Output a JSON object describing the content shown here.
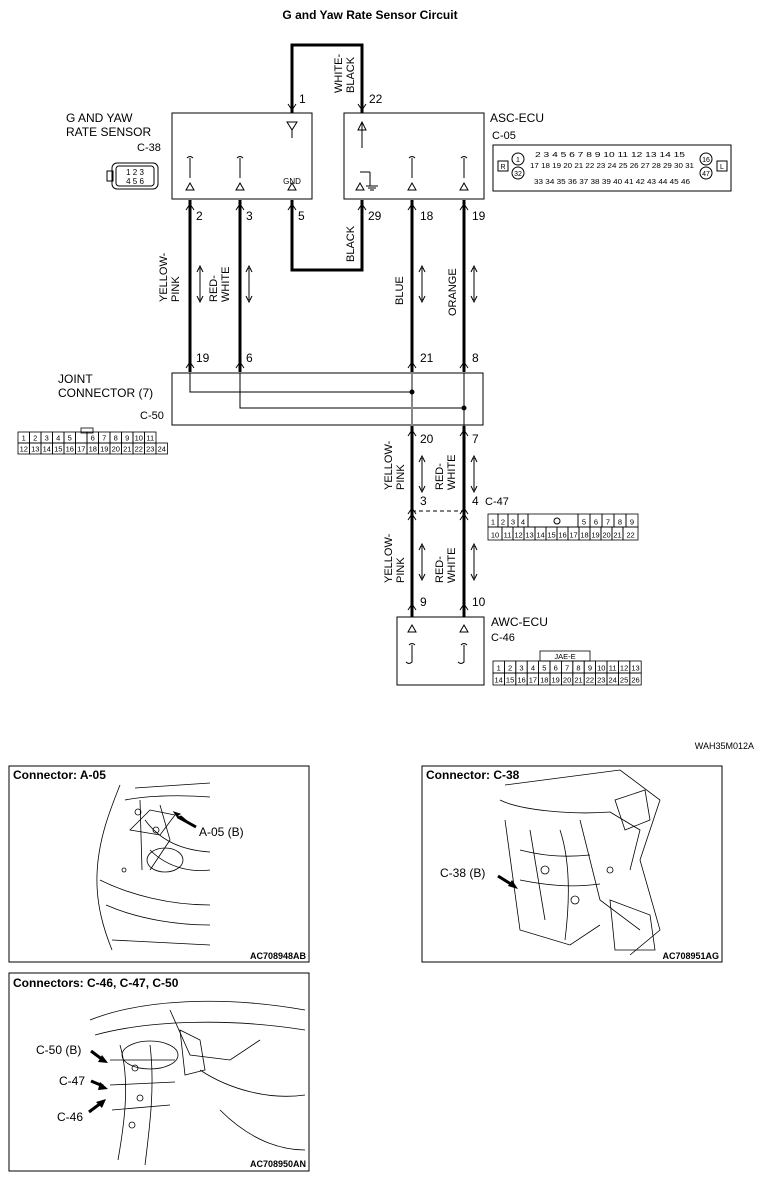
{
  "title": "G and Yaw Rate Sensor Circuit",
  "sensor": {
    "name_line1": "G AND YAW",
    "name_line2": "RATE SENSOR",
    "connector": "C-38",
    "pins": [
      "1",
      "2",
      "3",
      "5",
      "22"
    ],
    "gnd_label": "GND",
    "face_pins_top": "1 2 3",
    "face_pins_bottom": "4 5 6"
  },
  "asc_ecu": {
    "name": "ASC-ECU",
    "connector": "C-05",
    "pins": [
      "29",
      "18",
      "19"
    ],
    "face_row1": "2 3 4 5 6 7 8 9 10 11 12 13 14 15",
    "face_row2": "17 18 19 20 21 22 23 24 25 26 27 28 29 30 31",
    "face_row3": "33 34 35 36 37 38 39 40 41 42 43 44 45 46",
    "face_pin_1": "1",
    "face_pin_32": "32",
    "face_pin_16": "16",
    "face_pin_47": "47",
    "face_r": "R",
    "face_l": "L"
  },
  "joint": {
    "name_line1": "JOINT",
    "name_line2": "CONNECTOR (7)",
    "connector": "C-50",
    "pins_top": [
      "19",
      "6",
      "21",
      "8"
    ],
    "pins_bottom": [
      "20",
      "7"
    ],
    "face_row1": [
      "1",
      "2",
      "3",
      "4",
      "5",
      "",
      "6",
      "7",
      "8",
      "9",
      "10",
      "11"
    ],
    "face_row2": [
      "12",
      "13",
      "14",
      "15",
      "16",
      "17",
      "18",
      "19",
      "20",
      "21",
      "22",
      "23",
      "24"
    ]
  },
  "c47": {
    "connector": "C-47",
    "pin_3": "3",
    "pin_4": "4",
    "face_row1": [
      "1",
      "2",
      "3",
      "4",
      "",
      "5",
      "6",
      "7",
      "8",
      "9"
    ],
    "face_row2": [
      "10",
      "11",
      "12",
      "13",
      "14",
      "15",
      "16",
      "17",
      "18",
      "19",
      "20",
      "21",
      "22"
    ]
  },
  "awc_ecu": {
    "name": "AWC-ECU",
    "connector": "C-46",
    "pins": [
      "9",
      "10"
    ],
    "face_header": "JAE-E",
    "face_row1": [
      "1",
      "2",
      "3",
      "4",
      "5",
      "6",
      "7",
      "8",
      "9",
      "10",
      "11",
      "12",
      "13"
    ],
    "face_row2": [
      "14",
      "15",
      "16",
      "17",
      "18",
      "19",
      "20",
      "21",
      "22",
      "23",
      "24",
      "25",
      "26"
    ]
  },
  "wires": {
    "white_black": [
      "WHITE-",
      "BLACK"
    ],
    "black": "BLACK",
    "yellow_pink": [
      "YELLOW-",
      "PINK"
    ],
    "red_white": [
      "RED-",
      "WHITE"
    ],
    "blue": "BLUE",
    "orange": "ORANGE"
  },
  "figure_code": "WAH35M012A",
  "panels": {
    "a05": {
      "title": "Connector: A-05",
      "callout": "A-05 (B)",
      "code": "AC708948AB"
    },
    "c38": {
      "title": "Connector: C-38",
      "callout": "C-38 (B)",
      "code": "AC708951AG"
    },
    "c46": {
      "title": "Connectors: C-46, C-47, C-50",
      "callouts": [
        "C-50 (B)",
        "C-47",
        "C-46"
      ],
      "code": "AC708950AN"
    }
  }
}
